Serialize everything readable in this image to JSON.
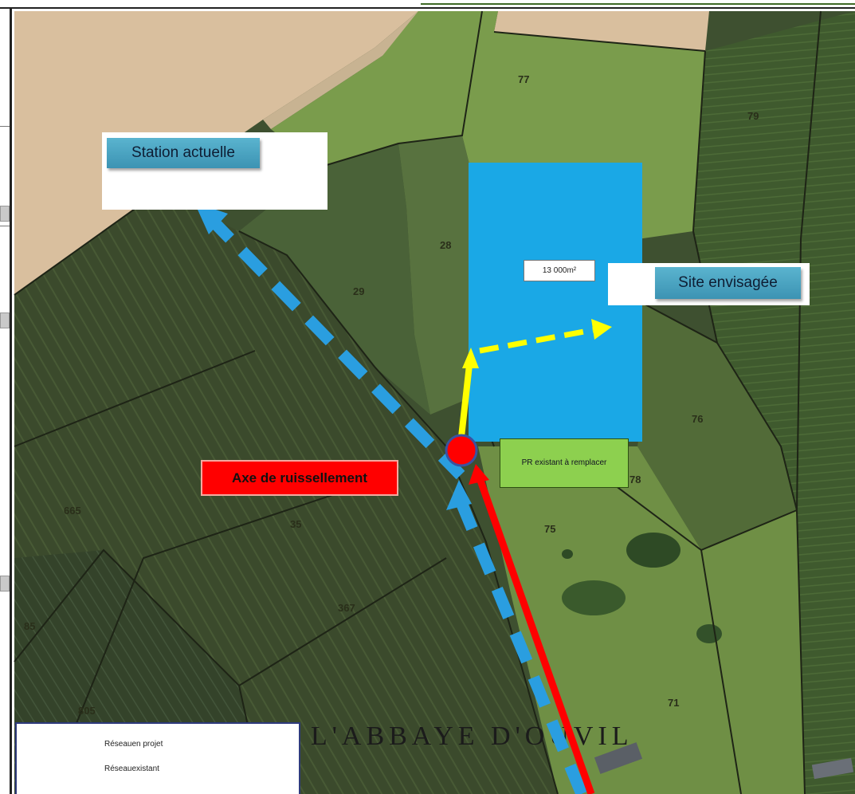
{
  "labels": {
    "station": "Station actuelle",
    "site": "Site envisagée",
    "area": "13 000m²",
    "axe": "Axe de ruissellement",
    "pr": "PR existant à remplacer",
    "lieu_dit": "L'ABBAYE D'OUVIL"
  },
  "parcels": [
    "77",
    "79",
    "28",
    "29",
    "76",
    "78",
    "75",
    "665",
    "35",
    "367",
    "85",
    "805",
    "71"
  ],
  "legend": {
    "items": [
      {
        "label": "Réseauen projet",
        "color": "#ffff00"
      },
      {
        "label": "Réseauexistant",
        "color": "#ff0000"
      }
    ]
  },
  "colors": {
    "site_area": "#1aa8e6",
    "network_existing": "#ff0000",
    "network_project": "#ffff00",
    "runoff_axis": "#2a9ee0",
    "pr_box": "#8dd04f",
    "label_tag": "#4aa6c4"
  }
}
